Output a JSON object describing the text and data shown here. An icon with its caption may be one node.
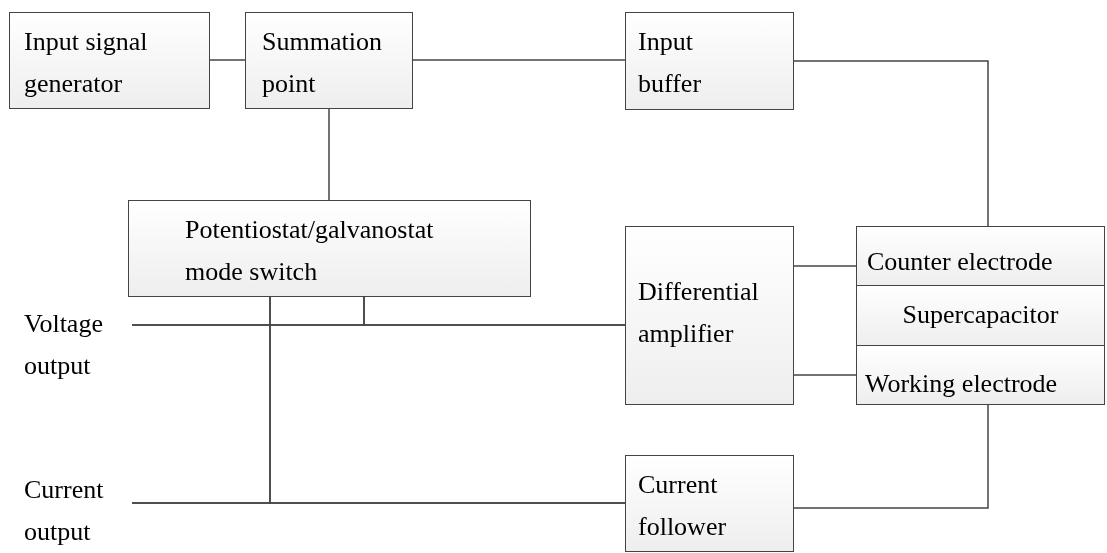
{
  "diagram": {
    "nodes": [
      {
        "text": [
          "Input signal generator"
        ]
      },
      {
        "text": [
          "Summation point"
        ]
      },
      {
        "text": [
          "Input buffer"
        ]
      },
      {
        "text": [
          "Potentiostat/galvanostat mode switch"
        ]
      },
      {
        "text": [
          "Voltage output"
        ]
      },
      {
        "text": [
          "Differential amplifier"
        ]
      },
      {
        "text": [
          "Counter electrode"
        ]
      },
      {
        "text": [
          "Supercapacitor"
        ]
      },
      {
        "text": [
          "Working electrode"
        ]
      },
      {
        "text": [
          "Current output"
        ]
      },
      {
        "text": [
          "Current follower"
        ]
      }
    ],
    "edges": [
      {
        "from": 0,
        "to": 1,
        "arrow": "none"
      },
      {
        "from": 1,
        "to": 2,
        "arrow": "none"
      },
      {
        "from": 2,
        "to": 6,
        "arrow": "none"
      },
      {
        "from": 1,
        "to": 3,
        "arrow": "none"
      },
      {
        "from": 4,
        "to": 5,
        "arrow": "none"
      },
      {
        "from": 3,
        "to": 4,
        "arrow": "none"
      },
      {
        "from": 3,
        "to": 5,
        "arrow": "none"
      },
      {
        "from": 9,
        "to": 10,
        "arrow": "none"
      },
      {
        "from": 3,
        "to": 9,
        "arrow": "none"
      },
      {
        "from": 3,
        "to": 10,
        "arrow": "none"
      },
      {
        "from": 5,
        "to": 6,
        "arrow": "none"
      },
      {
        "from": 5,
        "to": 8,
        "arrow": "none"
      },
      {
        "from": 8,
        "to": 10,
        "arrow": "none"
      }
    ]
  }
}
